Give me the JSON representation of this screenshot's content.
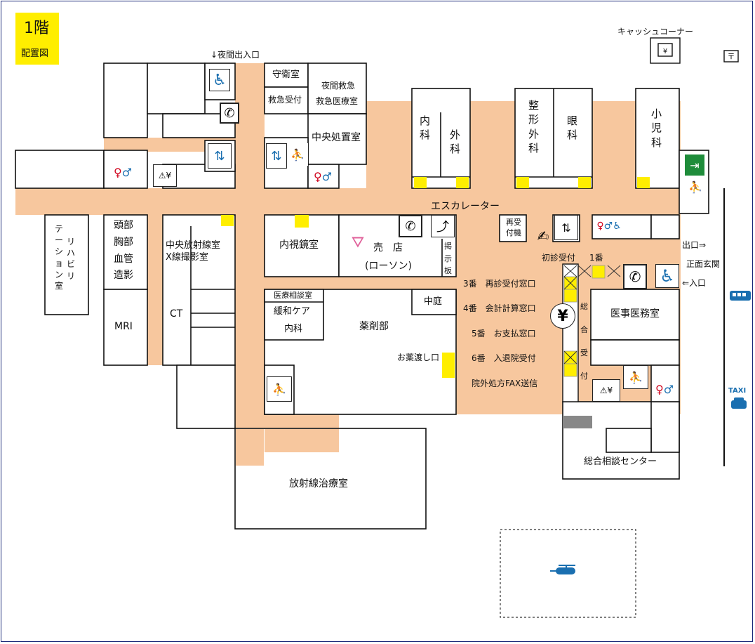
{
  "title": {
    "floor": "1階",
    "sub": "配置図"
  },
  "colors": {
    "corridor": "#f7c79e",
    "accent_yellow": "#ffee00",
    "frame": "#1c2a7a",
    "icon_blue": "#1a6fb0",
    "restroom_red": "#d0021b",
    "exit_green": "#1e8c3a"
  },
  "labels": {
    "night_entrance": "↓夜間出入口",
    "guard": "守衛室",
    "er_reception": "救急受付",
    "night_er": "夜間救急",
    "er_room": "救急医療室",
    "central_treatment": "中央処置室",
    "internal_med": [
      "内",
      "科"
    ],
    "surgery": [
      "外",
      "科"
    ],
    "ortho": [
      "整",
      "形",
      "外",
      "科"
    ],
    "eye": [
      "眼",
      "科"
    ],
    "pediatrics": [
      "小",
      "児",
      "科"
    ],
    "cash_corner": "キャッシュコーナー",
    "escalator": "エスカレーター",
    "rehab": [
      "リ",
      "ハ",
      "ビ",
      "リ"
    ],
    "rehab2": [
      "テ",
      "ー",
      "シ",
      "ョ",
      "ン",
      "室"
    ],
    "imaging": [
      "頭部",
      "胸部",
      "血管",
      "造影"
    ],
    "mri": "MRI",
    "ct": "CT",
    "central_radio": "中央放射線室",
    "xray": "X線撮影室",
    "endoscopy": "内視鏡室",
    "shop": "売　店",
    "shop_name": "(ローソン)",
    "board": [
      "掲",
      "示",
      "板"
    ],
    "re_reception": [
      "再受",
      "付機"
    ],
    "first_visit": "初診受付",
    "no1": "1番",
    "exit": "出口⇒",
    "main_entrance": "正面玄関",
    "entrance": "⇐入口",
    "counter3": "3番　再診受付窓口",
    "counter4": "4番　会計計算窓口",
    "counter5": "5番　お支払窓口",
    "counter6": "6番　入退院受付",
    "fax": "院外処方FAX送信",
    "pharmacy": "薬剤部",
    "pickup": "お薬渡し口",
    "courtyard": "中庭",
    "med_consult": "医療相談室",
    "palliative": "緩和ケア",
    "palliative2": "内科",
    "general_reception": [
      "総",
      "合",
      "受",
      "付"
    ],
    "medical_office": "医事医務室",
    "consult_center": "総合相談センター",
    "radiotherapy": "放射線治療室",
    "taxi": "TAXI"
  }
}
